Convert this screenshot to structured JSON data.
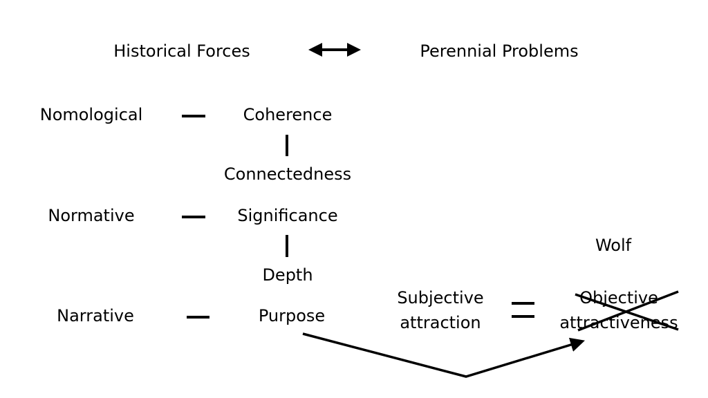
{
  "top": {
    "left": "Historical Forces",
    "right": "Perennial Problems"
  },
  "rows": {
    "nomological": {
      "label": "Nomological",
      "value": "Coherence"
    },
    "link1": "Connectedness",
    "normative": {
      "label": "Normative",
      "value": "Significance"
    },
    "link2": "Depth",
    "narrative": {
      "label": "Narrative",
      "value": "Purpose"
    }
  },
  "equation": {
    "left_line1": "Subjective",
    "left_line2": "attraction",
    "author": "Wolf",
    "right_line1": "Objective",
    "right_line2": "attractiveness",
    "right_crossed_out": true
  },
  "colors": {
    "ink": "#000000",
    "background": "#ffffff"
  }
}
